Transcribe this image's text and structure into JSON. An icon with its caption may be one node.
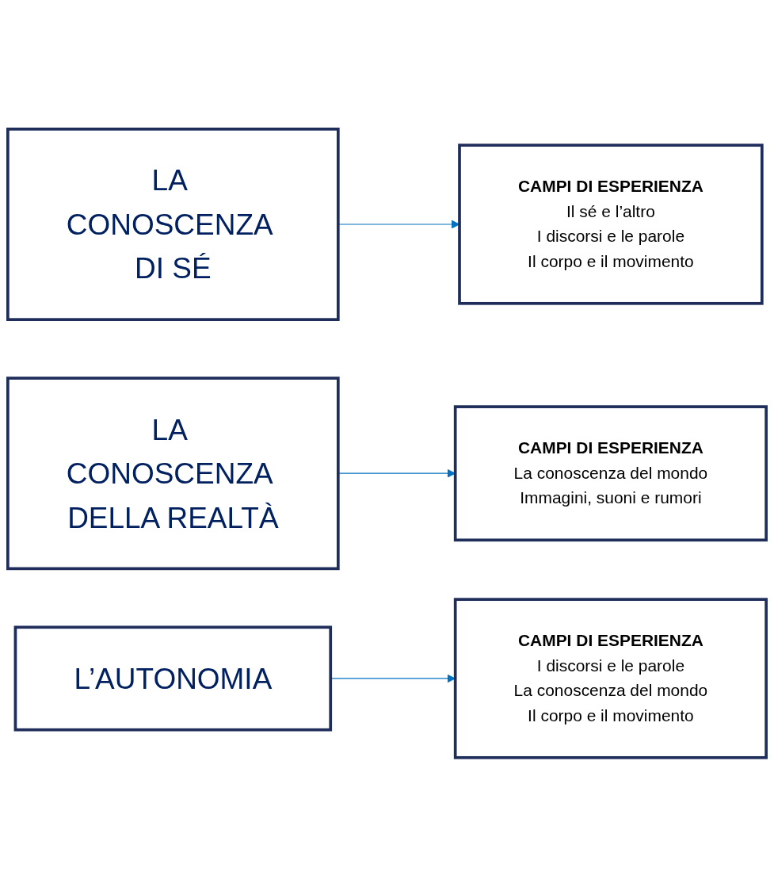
{
  "diagram": {
    "nodes": [
      {
        "text": [
          "LA CONOSCENZA DI SÉ"
        ]
      },
      {
        "text": [
          "CAMPI DI ESPERIENZA",
          "Il sé e l’altro",
          "I discorsi e le parole",
          "Il corpo e il movimento"
        ]
      },
      {
        "text": [
          "LA CONOSCENZA DELLA REALTÀ"
        ]
      },
      {
        "text": [
          "CAMPI DI ESPERIENZA",
          "La conoscenza del mondo",
          "Immagini, suoni e rumori"
        ]
      },
      {
        "text": [
          "L’AUTONOMIA"
        ]
      },
      {
        "text": [
          "CAMPI DI ESPERIENZA",
          "I discorsi e le parole",
          "La conoscenza del mondo",
          "Il corpo e il movimento"
        ]
      }
    ],
    "edges": [
      {
        "from": 0,
        "to": 1,
        "arrow": "to",
        "color": "#0070c0"
      },
      {
        "from": 2,
        "to": 3,
        "arrow": "to",
        "color": "#0070c0"
      },
      {
        "from": 4,
        "to": 5,
        "arrow": "to",
        "color": "#0070c0"
      }
    ]
  }
}
